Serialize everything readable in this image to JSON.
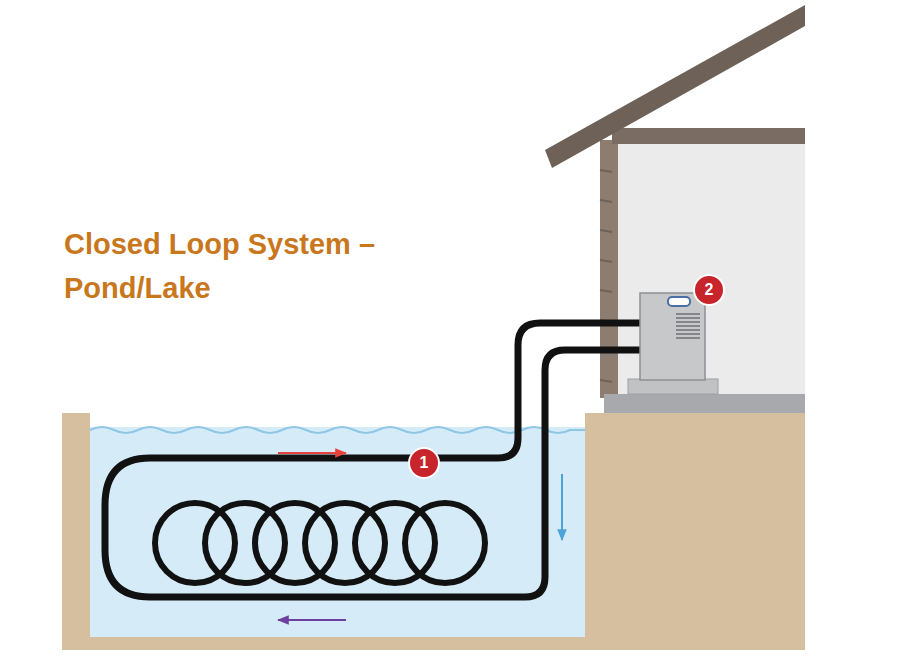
{
  "diagram": {
    "title": "Closed Loop System – Pond/Lake",
    "labels": [
      "1",
      "2"
    ]
  }
}
